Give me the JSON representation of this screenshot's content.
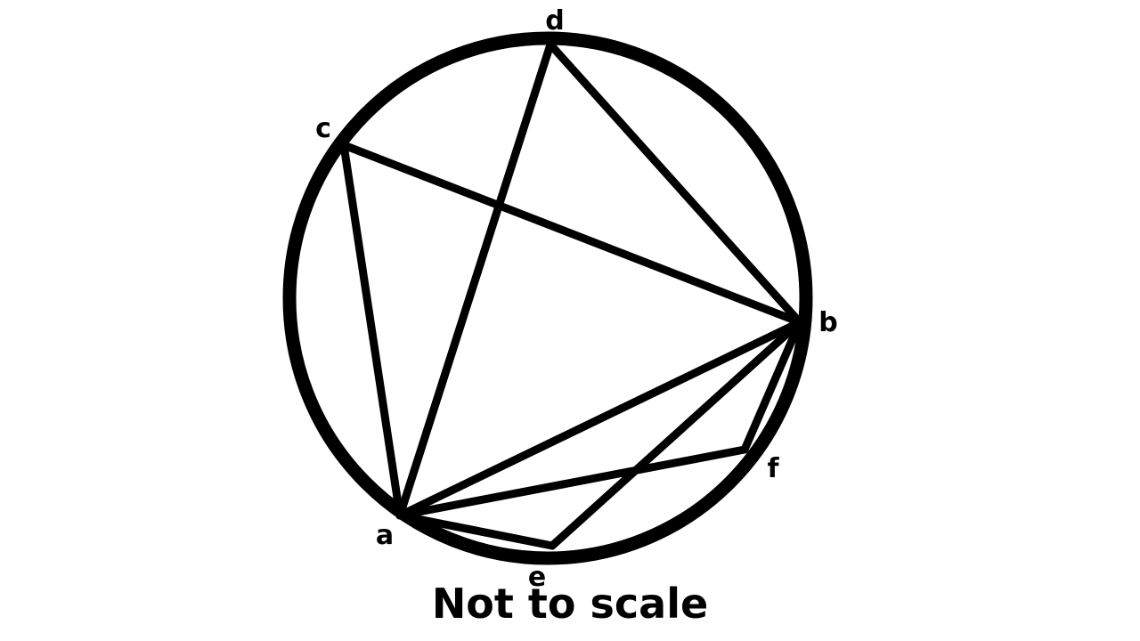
{
  "diagram": {
    "points": {
      "a": "a",
      "b": "b",
      "c": "c",
      "d": "d",
      "e": "e",
      "f": "f"
    },
    "segments": [
      [
        "c",
        "a"
      ],
      [
        "c",
        "b"
      ],
      [
        "d",
        "a"
      ],
      [
        "d",
        "b"
      ],
      [
        "a",
        "b"
      ],
      [
        "a",
        "f"
      ],
      [
        "a",
        "e"
      ],
      [
        "e",
        "b"
      ],
      [
        "f",
        "b"
      ]
    ],
    "caption": "Not to scale",
    "colors": {
      "stroke": "#000000",
      "background": "#ffffff"
    }
  }
}
